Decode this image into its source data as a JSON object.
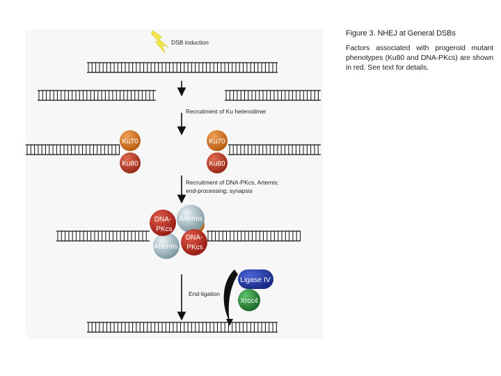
{
  "caption": {
    "title": "Figure 3. NHEJ at General DSBs",
    "body": "Factors associated with progeroid mutant phenotypes (Ku80 and DNA-PKcs) are shown in red. See text for details."
  },
  "steps": {
    "dsb_induction": "DSB induction",
    "ku_recruitment": "Recruitment of Ku heterodimer",
    "dnapk_line1": "Recruitment of DNA-PKcs, Artemis;",
    "dnapk_line2": "end-processing; synapsis",
    "end_ligation": "End-ligation"
  },
  "proteins": {
    "ku70": "Ku70",
    "ku80": "Ku80",
    "dnapkcs_line1": "DNA-",
    "dnapkcs_line2": "PKcs",
    "artemis": "Artemis",
    "ligase": "Ligase IV",
    "xrcc4": "Xrcc4"
  },
  "colors": {
    "ku70": "#c8701e",
    "ku80": "#b33a25",
    "dnapkcs": "#b52d22",
    "artemis": "#a9bcc4",
    "ligase": "#2a3fa6",
    "xrcc4": "#2f8a3a",
    "lightning": "#f2e64a"
  }
}
